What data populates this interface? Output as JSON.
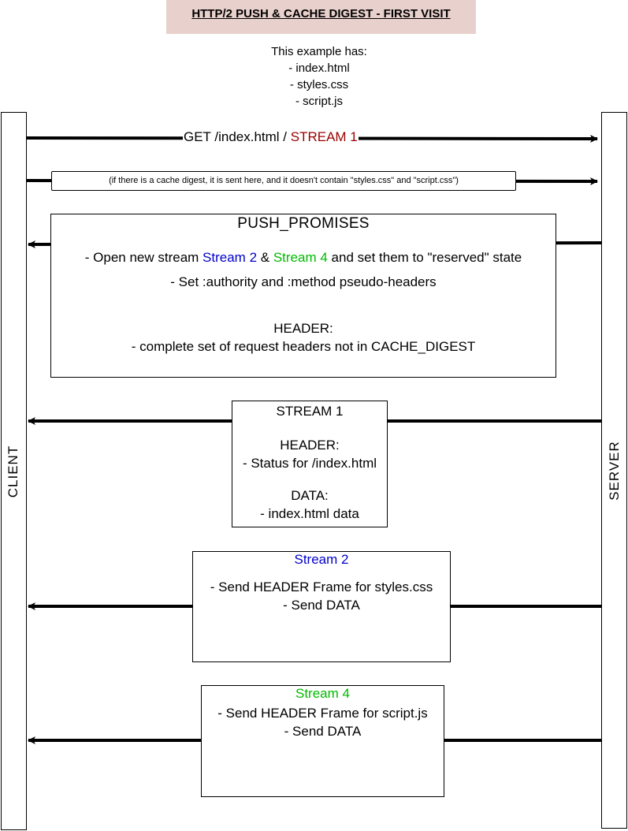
{
  "title": "HTTP/2 PUSH & CACHE DIGEST - FIRST VISIT",
  "intro": {
    "heading": "This example has:",
    "items": [
      "- index.html",
      "- styles.css",
      "- script.js"
    ]
  },
  "client": {
    "label": "CLIENT"
  },
  "server": {
    "label": "SERVER"
  },
  "get_request": {
    "prefix": "GET /index.html / ",
    "stream": "STREAM 1"
  },
  "cache_digest_note": "(if there is a cache digest, it is sent here, and it doesn't contain \"styles.css\" and \"script.css\")",
  "push_promises": {
    "title": "PUSH_PROMISES",
    "line1": {
      "prefix": "- Open new stream ",
      "stream_a": "Stream 2",
      "amp": " & ",
      "stream_b": "Stream 4",
      "suffix": " and set them to \"reserved\" state"
    },
    "line2": "- Set :authority and :method pseudo-headers",
    "header_label": "HEADER:",
    "header_detail": "- complete set of request headers not in CACHE_DIGEST"
  },
  "stream1_response": {
    "title": "STREAM 1",
    "header_label": "HEADER:",
    "header_detail": "- Status for /index.html",
    "data_label": "DATA:",
    "data_detail": "- index.html data"
  },
  "stream2_response": {
    "title": "Stream 2",
    "line1": "- Send HEADER Frame for styles.css",
    "line2": "- Send DATA"
  },
  "stream4_response": {
    "title": "Stream 4",
    "line1": "- Send HEADER Frame for script.js",
    "line2": "- Send DATA"
  },
  "colors": {
    "stream1": "#990000",
    "stream2": "#0000cc",
    "stream4": "#00bb00",
    "title_bg": "#e8d1cc"
  }
}
